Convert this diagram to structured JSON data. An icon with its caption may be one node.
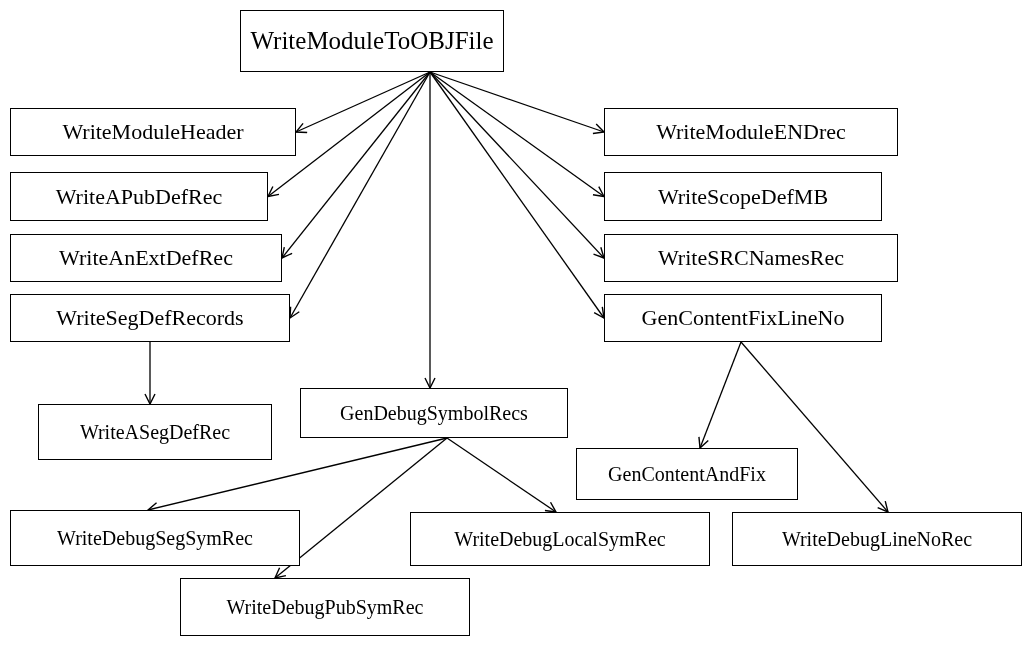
{
  "diagram": {
    "nodes": [
      {
        "text": [
          "WriteModuleToOBJFile"
        ]
      },
      {
        "text": [
          "WriteModuleHeader"
        ]
      },
      {
        "text": [
          "WriteAPubDefRec"
        ]
      },
      {
        "text": [
          "WriteAnExtDefRec"
        ]
      },
      {
        "text": [
          "WriteSegDefRecords"
        ]
      },
      {
        "text": [
          "WriteModuleENDrec"
        ]
      },
      {
        "text": [
          "WriteScopeDefMB"
        ]
      },
      {
        "text": [
          "WriteSRCNamesRec"
        ]
      },
      {
        "text": [
          "GenContentFixLineNo"
        ]
      },
      {
        "text": [
          "GenDebugSymbolRecs"
        ]
      },
      {
        "text": [
          "WriteASegDefRec"
        ]
      },
      {
        "text": [
          "GenContentAndFix"
        ]
      },
      {
        "text": [
          "WriteDebugSegSymRec"
        ]
      },
      {
        "text": [
          "WriteDebugLocalSymRec"
        ]
      },
      {
        "text": [
          "WriteDebugLineNoRec"
        ]
      },
      {
        "text": [
          "WriteDebugPubSymRec"
        ]
      }
    ],
    "edges": [
      {
        "from": 0,
        "to": 1,
        "arrow": "to"
      },
      {
        "from": 0,
        "to": 2,
        "arrow": "to"
      },
      {
        "from": 0,
        "to": 3,
        "arrow": "to"
      },
      {
        "from": 0,
        "to": 4,
        "arrow": "to"
      },
      {
        "from": 0,
        "to": 9,
        "arrow": "to"
      },
      {
        "from": 0,
        "to": 5,
        "arrow": "to"
      },
      {
        "from": 0,
        "to": 6,
        "arrow": "to"
      },
      {
        "from": 0,
        "to": 7,
        "arrow": "to"
      },
      {
        "from": 0,
        "to": 8,
        "arrow": "to"
      },
      {
        "from": 4,
        "to": 10,
        "arrow": "to"
      },
      {
        "from": 9,
        "to": 12,
        "arrow": "to"
      },
      {
        "from": 9,
        "to": 15,
        "arrow": "to"
      },
      {
        "from": 9,
        "to": 13,
        "arrow": "to"
      },
      {
        "from": 8,
        "to": 11,
        "arrow": "to"
      },
      {
        "from": 8,
        "to": 14,
        "arrow": "to"
      }
    ]
  }
}
